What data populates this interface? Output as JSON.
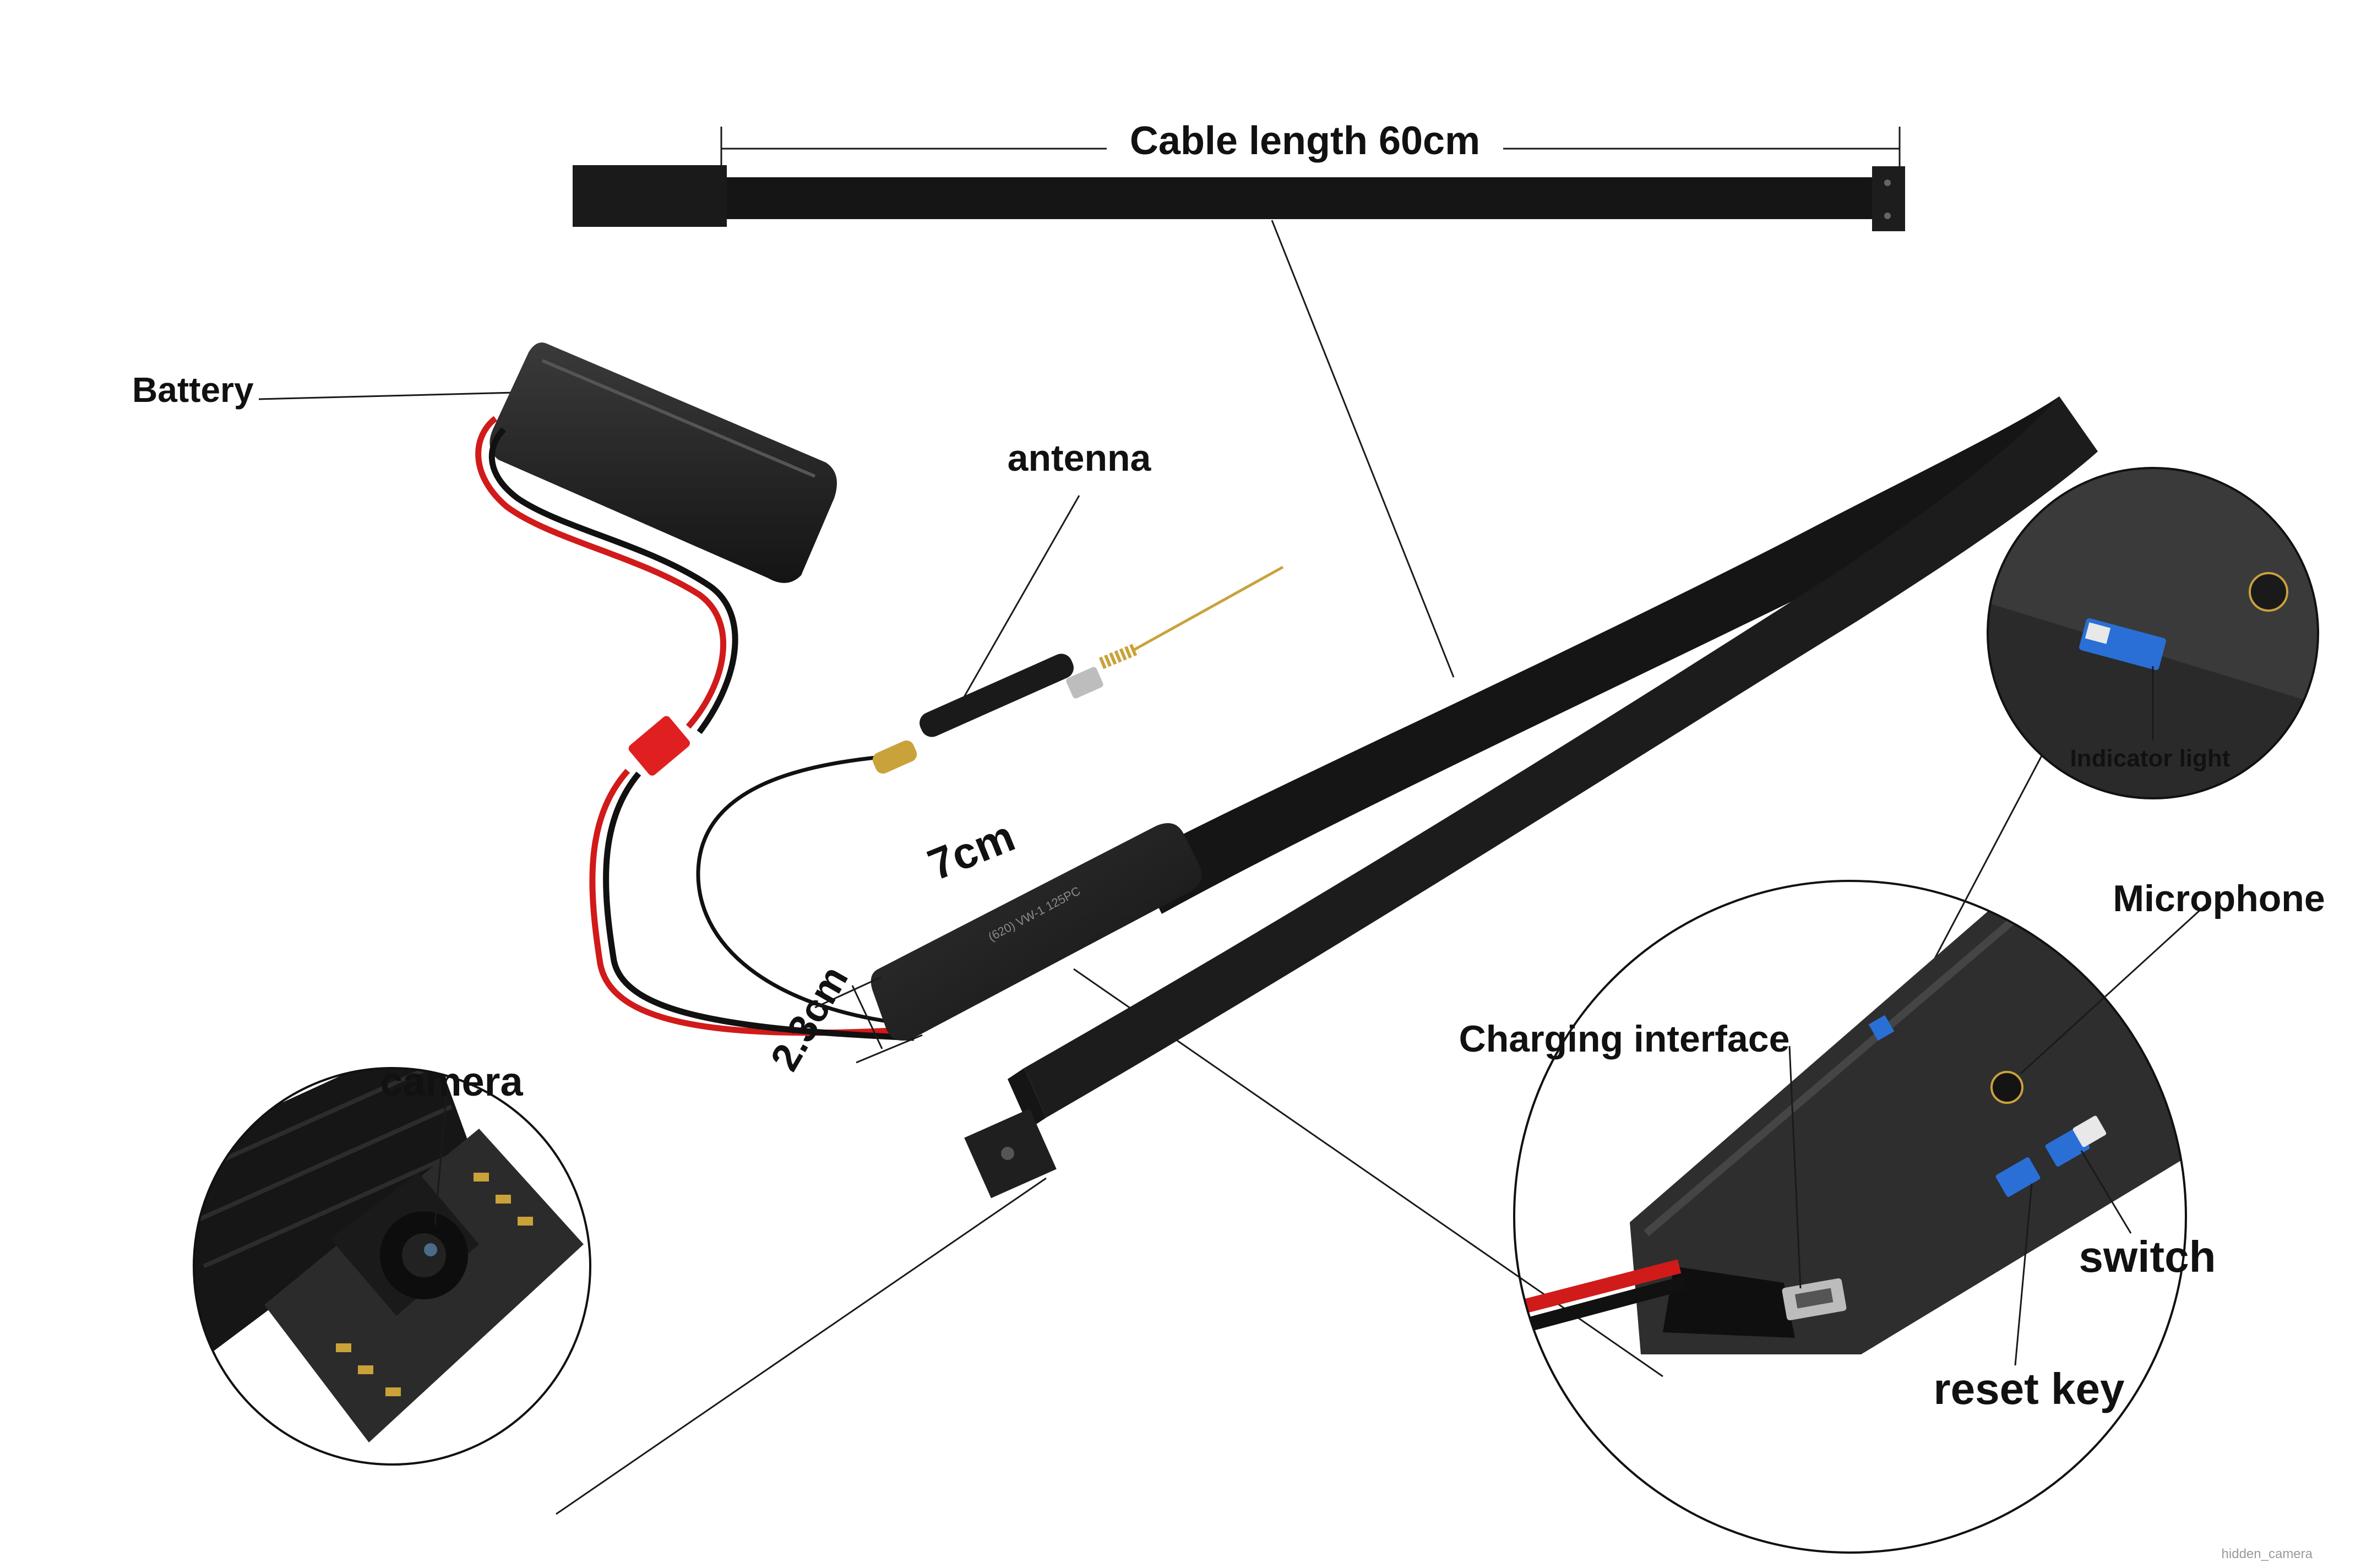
{
  "labels": {
    "cable_length": "Cable length 60cm",
    "battery": "Battery",
    "antenna": "antenna",
    "module_length": "7cm",
    "module_width": "2.3cm",
    "camera": "camera",
    "indicator_light": "Indicator light",
    "microphone": "Microphone",
    "charging_interface": "Charging interface",
    "switch": "switch",
    "reset_key": "reset key"
  },
  "watermark": "hidden_camera",
  "colors": {
    "background": "#ffffff",
    "cable": "#151515",
    "wire_red": "#d11a1a",
    "wire_black": "#111111",
    "connector_red": "#e02020",
    "antenna_gold": "#c9a23a",
    "indicator_blue": "#2a6fd6"
  }
}
